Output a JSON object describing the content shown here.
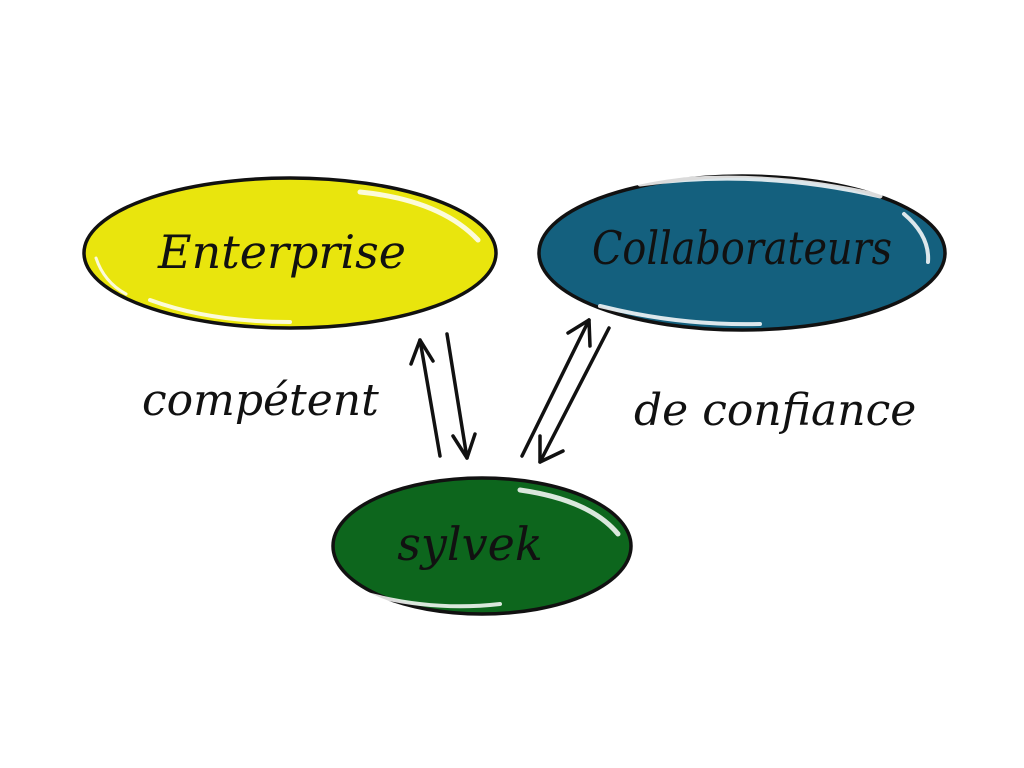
{
  "nodes": {
    "enterprise": {
      "label": "Enterprise",
      "color": "#e9e50d"
    },
    "collaborateurs": {
      "label": "Collaborateurs",
      "color": "#14607e"
    },
    "sylvek": {
      "label": "sylvek",
      "color": "#0d661d"
    }
  },
  "edges": {
    "left_label": "compétent",
    "right_label": "de confiance"
  }
}
